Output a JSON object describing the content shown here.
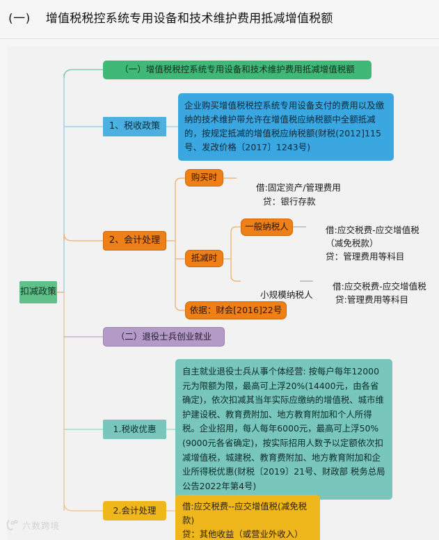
{
  "header": {
    "number": "(一)",
    "title": "增值税税控系统专用设备和技术维护费用抵减增值税额"
  },
  "diagram": {
    "type": "mindmap",
    "root": {
      "label": "扣减政策",
      "color": "#5fc08a"
    },
    "branches": [
      {
        "id": "branch-1",
        "label": "（一）增值税税控系统专用设备和技术维护费用抵减增值税额",
        "color": "#3fb878"
      },
      {
        "id": "branch-2",
        "label": "1、税收政策",
        "color": "#4cb0e0",
        "detail": "企业购买增值税税控系统专用设备支付的费用以及缴纳的技术维护带允许在增值税应纳税额中全额抵减的，按规定抵减的增值税应纳税额(财税(2012]115号、发改价格〔2017〕1243号)"
      },
      {
        "id": "branch-3",
        "label": "2、会计处理",
        "color": "#ee8017",
        "children": [
          {
            "id": "node-purchase",
            "label": "购买时",
            "entries": [
              "借:固定资产/管理费用",
              "贷：银行存款"
            ]
          },
          {
            "id": "node-deduct",
            "label": "抵减时",
            "children": [
              {
                "id": "node-general-taxpayer",
                "label": "一般纳税人",
                "entries": [
                  "借:应交税费-应交增值税",
                  "（减免税款）",
                  "贷：管理费用等科目"
                ]
              },
              {
                "id": "node-small-taxpayer",
                "label": "小规模纳税人",
                "entries": [
                  "借:应交税费-应交增值税",
                  "贷:管理费用等科目"
                ]
              }
            ]
          },
          {
            "id": "node-basis",
            "label": "依据：财会[2016]22号"
          }
        ]
      },
      {
        "id": "branch-4",
        "label": "（二）退役士兵创业就业",
        "color": "#b49ac7"
      },
      {
        "id": "branch-5",
        "label": "1.税收优惠",
        "color": "#79c6bc",
        "detail": "自主就业退役士兵从事个体经营: 按每户每年12000元为限额为限，最高可上浮20%(14400元，由各省确定)，依次扣减其当年实际应缴纳的增值税、城市维护建设税、教育费附加、地方教育附加和个人所得税。企业招用，每人每年6000元，最高可上浮50%(9000元各省确定)，按实际招用人数予以定额依次扣减增值税，城建税、教育费附加、地方教育附加和企业所得税优惠(财税〔2019〕21号、财政部 税务总局公告2022年第4号)"
      },
      {
        "id": "branch-6",
        "label": "2.会计处理",
        "color": "#f0b71c",
        "entries": [
          "借:应交税费--应交增值税(减免税款)",
          "贷：其他收益（或营业外收入）"
        ]
      }
    ]
  },
  "watermark": {
    "text": "六数跨境"
  }
}
